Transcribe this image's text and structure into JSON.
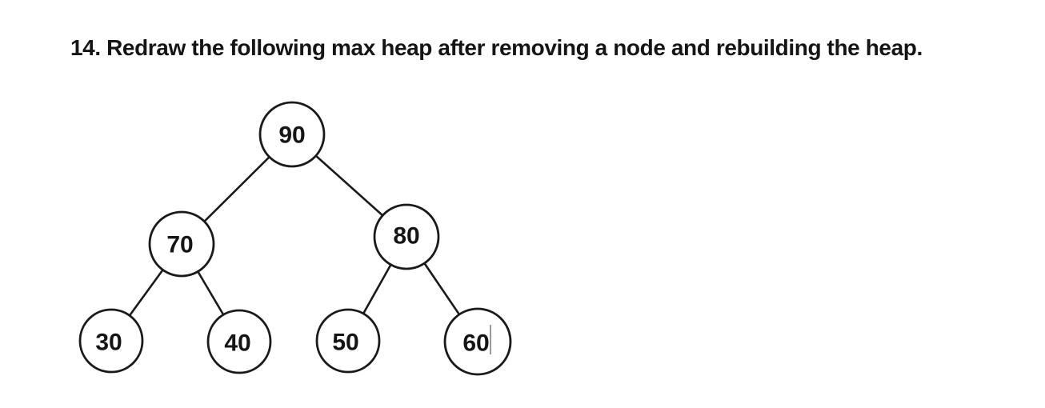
{
  "question": {
    "text": "14. Redraw the following max heap after removing a node and rebuilding the heap."
  },
  "diagram": {
    "type": "binary-tree-max-heap",
    "nodes": [
      {
        "value": "90",
        "role": "root",
        "parent": null
      },
      {
        "value": "70",
        "role": "left-child",
        "parent": "90"
      },
      {
        "value": "80",
        "role": "right-child",
        "parent": "90"
      },
      {
        "value": "30",
        "role": "left-child",
        "parent": "70"
      },
      {
        "value": "40",
        "role": "right-child",
        "parent": "70"
      },
      {
        "value": "50",
        "role": "left-child",
        "parent": "80"
      },
      {
        "value": "60",
        "role": "right-child",
        "parent": "80"
      }
    ],
    "edges": [
      {
        "from": "90",
        "to": "70"
      },
      {
        "from": "90",
        "to": "80"
      },
      {
        "from": "70",
        "to": "30"
      },
      {
        "from": "70",
        "to": "40"
      },
      {
        "from": "80",
        "to": "50"
      },
      {
        "from": "80",
        "to": "60"
      }
    ],
    "level_order_values": [
      "90",
      "70",
      "80",
      "30",
      "40",
      "50",
      "60"
    ]
  },
  "caret": {
    "visible": true,
    "after_node_value": "60"
  },
  "colors": {
    "background": "#ffffff",
    "stroke": "#1a1a1a",
    "text": "#151515",
    "caret": "#9a9a9a"
  }
}
